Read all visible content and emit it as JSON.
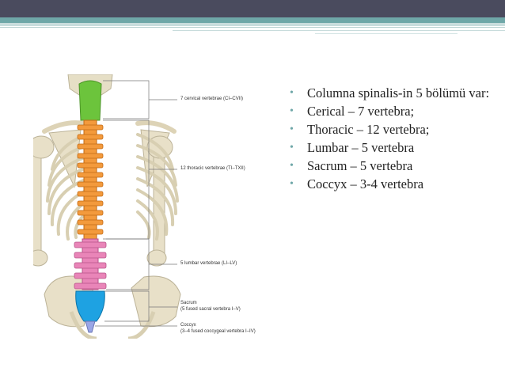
{
  "bullets": [
    "Columna spinalis-in 5 bölümü var:",
    "Cerical – 7 vertebra;",
    "Thoracic – 12 vertebra;",
    "Lumbar – 5 vertebra",
    "Sacrum – 5 vertebra",
    "Coccyx – 3-4 vertebra"
  ],
  "figure_labels": {
    "cervical": "7 cervical vertebrae (CI–CVII)",
    "thoracic": "12 thoracic vertebrae (TI–TXII)",
    "lumbar": "5 lumbar vertebrae (LI–LV)",
    "sacrum_title": "Sacrum",
    "sacrum_sub": "(5 fused sacral vertebra I–V)",
    "coccyx_title": "Coccyx",
    "coccyx_sub": "(3–4 fused coccygeal vertebra I–IV)"
  },
  "colors": {
    "cervical": "#6cc43c",
    "thoracic": "#f39a3c",
    "lumbar": "#e985b8",
    "sacrum": "#1ea2e2",
    "coccyx": "#9aa6e6",
    "bone": "#e8e0c8",
    "bullet": "#6fa7a8"
  }
}
